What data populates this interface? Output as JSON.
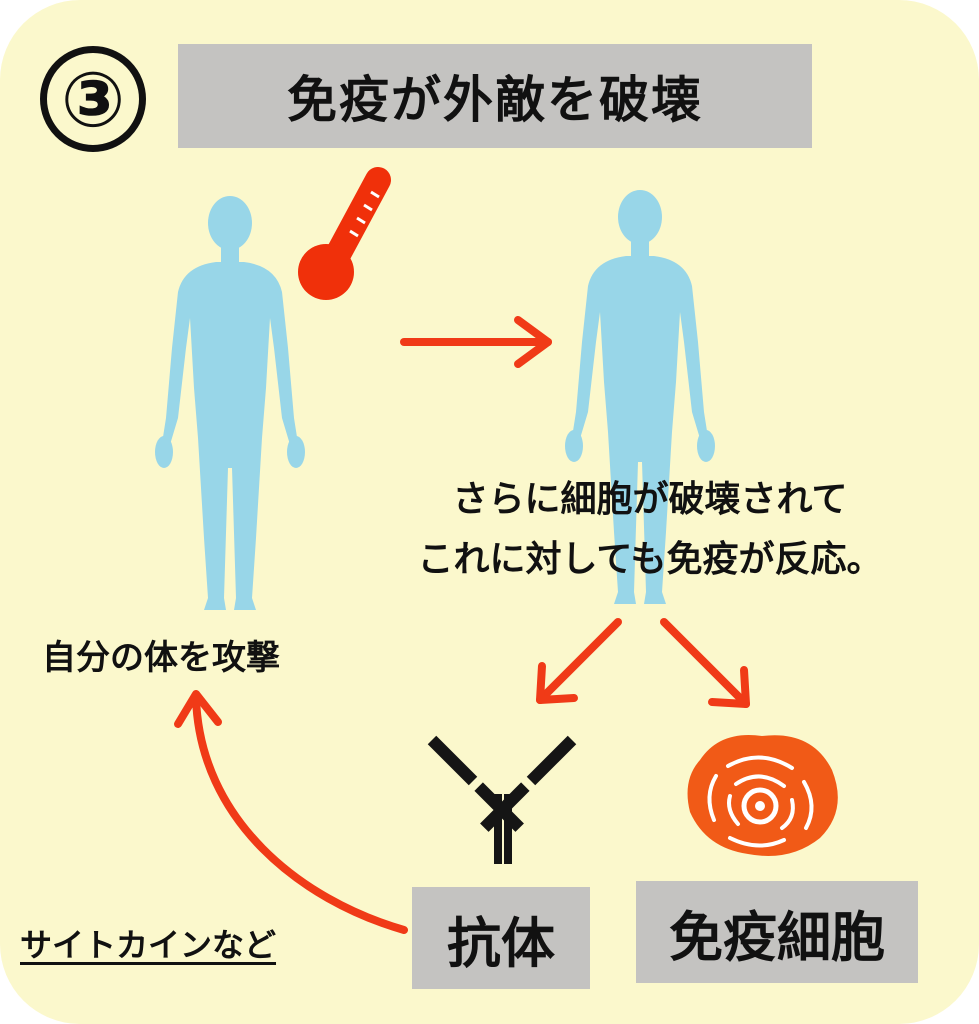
{
  "step_number": "③",
  "title": "免疫が外敵を破壊",
  "left_figure_caption": "自分の体を攻撃",
  "description_lines": [
    "さらに細胞が破壊されて",
    "これに対しても免疫が反応。"
  ],
  "cytokine_label": "サイトカインなど",
  "antibody_label": "抗体",
  "immune_cell_label": "免疫細胞",
  "icons": [
    "thermometer-icon",
    "human-body-icon",
    "antibody-icon",
    "immune-cell-icon"
  ],
  "colors": {
    "background": "#fbf8cc",
    "label_box": "#c4c3c1",
    "body": "#98d6e8",
    "arrow": "#f03a17",
    "thermometer": "#f0300a",
    "cell": "#f15a17"
  }
}
